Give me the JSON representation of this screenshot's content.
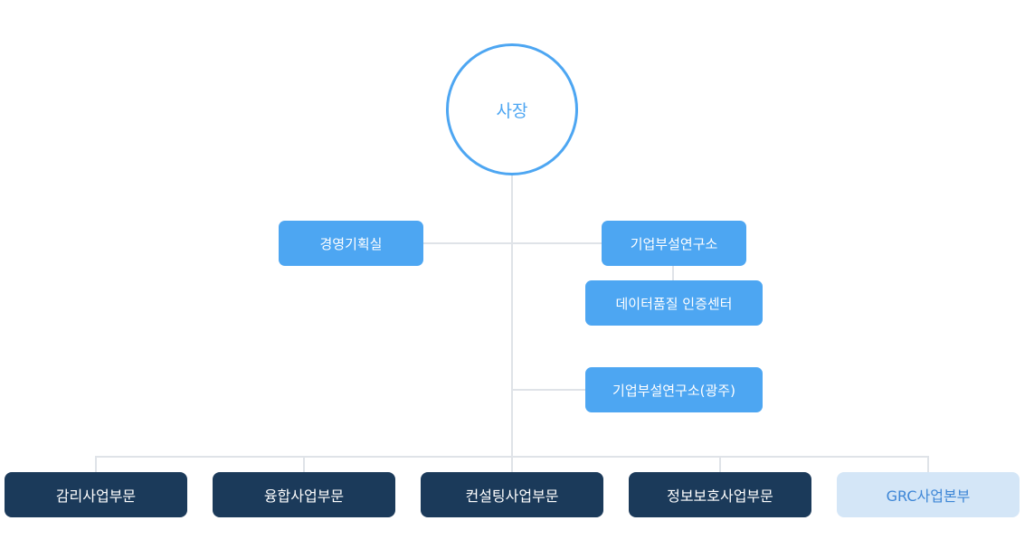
{
  "org_chart": {
    "ceo": "사장",
    "staff": {
      "planning": "경영기획실",
      "lab": "기업부설연구소",
      "data_center": "데이터품질 인증센터",
      "lab_gwangju": "기업부설연구소(광주)"
    },
    "divisions": [
      {
        "label": "감리사업부문"
      },
      {
        "label": "융합사업부문"
      },
      {
        "label": "컨설팅사업부문"
      },
      {
        "label": "정보보호사업부문"
      },
      {
        "label": "GRC사업본부"
      }
    ]
  },
  "colors": {
    "primary_blue": "#4da6f2",
    "dark_navy": "#1b3a5a",
    "light_blue": "#d4e6f7",
    "light_text": "#3d86d6",
    "connector": "#dfe3e8"
  }
}
